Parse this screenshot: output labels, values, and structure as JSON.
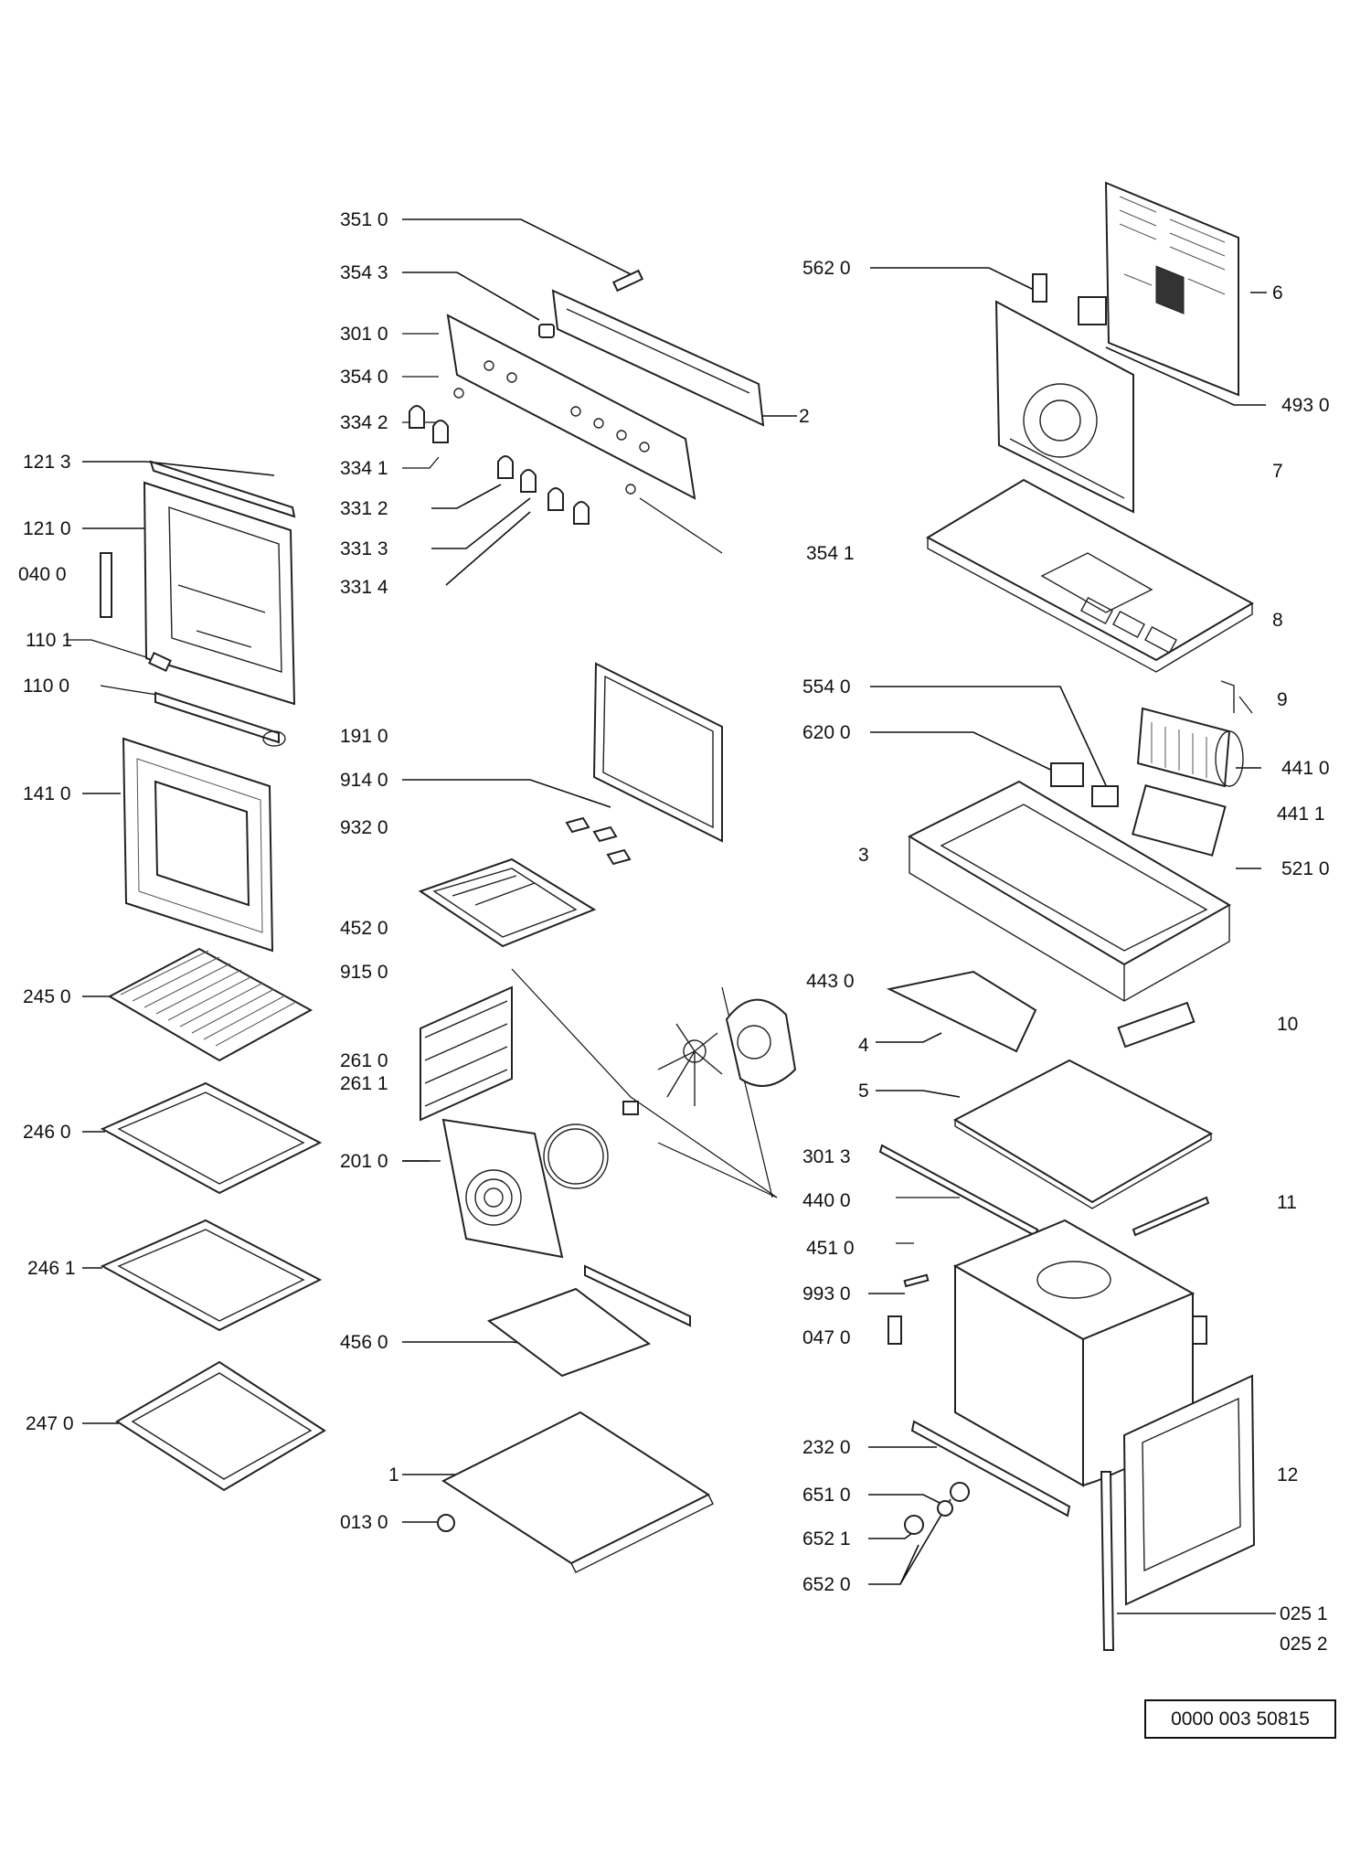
{
  "document_number": "0000 003 50815",
  "labels": [
    {
      "id": "p3510",
      "text": "351 0"
    },
    {
      "id": "p3543",
      "text": "354 3"
    },
    {
      "id": "p3010",
      "text": "301 0"
    },
    {
      "id": "p3540",
      "text": "354 0"
    },
    {
      "id": "p3342",
      "text": "334 2"
    },
    {
      "id": "p3341",
      "text": "334 1"
    },
    {
      "id": "p3312",
      "text": "331 2"
    },
    {
      "id": "p3313",
      "text": "331 3"
    },
    {
      "id": "p3314",
      "text": "331 4"
    },
    {
      "id": "p2",
      "text": "2"
    },
    {
      "id": "p5620",
      "text": "562 0"
    },
    {
      "id": "p6",
      "text": "6"
    },
    {
      "id": "p4930",
      "text": "493 0"
    },
    {
      "id": "p7",
      "text": "7"
    },
    {
      "id": "p3541",
      "text": "354 1"
    },
    {
      "id": "p8",
      "text": "8"
    },
    {
      "id": "p1213",
      "text": "121 3"
    },
    {
      "id": "p1210",
      "text": "121 0"
    },
    {
      "id": "p0400",
      "text": "040 0"
    },
    {
      "id": "p1101",
      "text": "110 1"
    },
    {
      "id": "p1100",
      "text": "110 0"
    },
    {
      "id": "p1410",
      "text": "141 0"
    },
    {
      "id": "p1910",
      "text": "191 0"
    },
    {
      "id": "p9140",
      "text": "914 0"
    },
    {
      "id": "p9320",
      "text": "932 0"
    },
    {
      "id": "p4520",
      "text": "452 0"
    },
    {
      "id": "p9150",
      "text": "915 0"
    },
    {
      "id": "p5540",
      "text": "554 0"
    },
    {
      "id": "p6200",
      "text": "620 0"
    },
    {
      "id": "p9",
      "text": "9"
    },
    {
      "id": "p4410",
      "text": "441 0"
    },
    {
      "id": "p4411",
      "text": "441 1"
    },
    {
      "id": "p3",
      "text": "3"
    },
    {
      "id": "p5210",
      "text": "521 0"
    },
    {
      "id": "p4430",
      "text": "443 0"
    },
    {
      "id": "p2450",
      "text": "245 0"
    },
    {
      "id": "p10",
      "text": "10"
    },
    {
      "id": "p4",
      "text": "4"
    },
    {
      "id": "p2610",
      "text": "261 0"
    },
    {
      "id": "p2611",
      "text": "261 1"
    },
    {
      "id": "p5",
      "text": "5"
    },
    {
      "id": "p2460",
      "text": "246 0"
    },
    {
      "id": "p2010",
      "text": "201 0"
    },
    {
      "id": "p3013",
      "text": "301 3"
    },
    {
      "id": "p4400",
      "text": "440 0"
    },
    {
      "id": "p11",
      "text": "11"
    },
    {
      "id": "p4510",
      "text": "451 0"
    },
    {
      "id": "p2461",
      "text": "246 1"
    },
    {
      "id": "p9930",
      "text": "993 0"
    },
    {
      "id": "p0470",
      "text": "047 0"
    },
    {
      "id": "p4560",
      "text": "456 0"
    },
    {
      "id": "p2470",
      "text": "247 0"
    },
    {
      "id": "p2320",
      "text": "232 0"
    },
    {
      "id": "p1",
      "text": "1"
    },
    {
      "id": "p12",
      "text": "12"
    },
    {
      "id": "p6510",
      "text": "651 0"
    },
    {
      "id": "p0130",
      "text": "013 0"
    },
    {
      "id": "p6521",
      "text": "652 1"
    },
    {
      "id": "p6520",
      "text": "652 0"
    },
    {
      "id": "p0251",
      "text": "025 1"
    },
    {
      "id": "p0252",
      "text": "025 2"
    }
  ]
}
